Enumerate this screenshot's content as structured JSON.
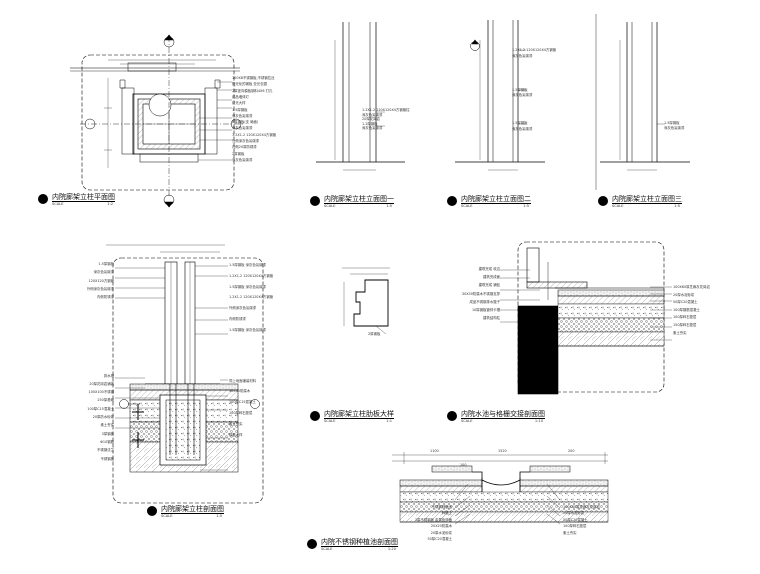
{
  "drawings": {
    "plan": {
      "title": "内院廊架立柱平面图",
      "scale_label": "SCALE",
      "scale": "1:2"
    },
    "elev1": {
      "title": "内院廊架立柱立面图一",
      "scale_label": "SCALE",
      "scale": "1:5"
    },
    "elev2": {
      "title": "内院廊架立柱立面图二",
      "scale_label": "SCALE",
      "scale": "1:5"
    },
    "elev3": {
      "title": "内院廊架立柱立面图三",
      "scale_label": "SCALE",
      "scale": "1:5"
    },
    "section": {
      "title": "内院廊架立柱剖面图",
      "scale_label": "SCALE",
      "scale": "1:5"
    },
    "rib": {
      "title": "内院廊架立柱肋板大样",
      "scale_label": "SCALE",
      "scale": "1:1"
    },
    "waterscape": {
      "title": "内院水池与格栅交接剖面图",
      "scale_label": "SCALE",
      "scale": "1:10"
    },
    "planter": {
      "title": "内院不锈钢种植池剖面图",
      "scale_label": "SCALE",
      "scale": "1:20"
    }
  },
  "notes": {
    "plan": [
      "100X8不锈钢板,不锈钢拉丝",
      "阳光化的钢板 亚光包银",
      "2厚竖向模板钢料4X6 打孔",
      "成品墙体灯",
      "灯光大样",
      "1.5厚钢板",
      "深灰色氟碳漆",
      "8厚钢板(支 局面)",
      "深灰色氟碳漆",
      "1.2X1.2 120X120X4方钢管",
      "外侧深灰色氟碳漆",
      "内侧20厚防锈漆",
      "2厚钢板",
      "深灰色氟碳漆"
    ],
    "elev1": [
      "1.2X1.2 120X120X4方钢管柱",
      "深灰色氟碳漆",
      "20厚花岗岩",
      "1.2厚钢板",
      "深灰色氟碳漆"
    ],
    "elev2": [
      "1.2X1.2 120X120X4方钢管",
      "深灰色氟碳漆",
      "1.5厚钢板",
      "深灰色氟碳漆",
      "1.5厚钢板",
      "深灰色氟碳漆"
    ],
    "elev3": [
      "1.5厚钢板",
      "深灰色氟碳漆"
    ],
    "section_left": [
      "1.5厚钢板",
      "深灰色氟碳漆",
      "120X120方钢管",
      "外侧深灰色氟碳漆",
      "内侧防锈漆",
      "排水槽",
      "20厚花岗岩铺装",
      "100X100不锈钢",
      "250厚基础",
      "100厚C15混凝土",
      "20厚防水砂浆",
      "素土夯实",
      "3厚钢板",
      "Φ10钢筋",
      "不锈钢法兰",
      "不锈钢板"
    ],
    "section_right": [
      "1.5厚钢板 深灰色氟碳漆",
      "1.2X1.2 120X120X4方钢管",
      "1.5厚钢板 深灰色氟碳漆",
      "1.2X1.2 120X120X4方钢管",
      "外侧深灰色氟碳漆",
      "内侧防锈漆",
      "1.5厚钢板 深灰色氟碳漆",
      "同上地面铺装材料",
      "30X30防腐木",
      "100厚C15混凝土",
      "100厚碎石垫层",
      "素土夯实",
      "钢板大样"
    ],
    "rib": [
      "2厚钢板"
    ],
    "waterscape_left": [
      "建筑完成 收边",
      "建筑完成面",
      "建筑完成 铺贴",
      "30X30防腐木不锈钢支撑",
      "成品不锈钢排水篦子",
      "10厚钢板镀锌卡槽",
      "建筑结构柱"
    ],
    "waterscape_right": [
      "100X60厚芝麻灰花岗岩",
      "20厚水泥砂浆",
      "50厚C20混凝土",
      "100厚钢筋混凝土",
      "100厚碎石垫层",
      "150厚碎石垫层",
      "素土夯实"
    ],
    "planter_left": [
      "不锈钢种植池",
      "种植土",
      "3厚不锈钢板 金属色饰面",
      "20X20防腐木",
      "20厚水泥砂浆",
      "50厚C20混凝土"
    ],
    "planter_right": [
      "100X60厚芝麻灰花岗岩",
      "20厚水泥砂浆",
      "50厚C20混凝土",
      "100厚碎石垫层",
      "素土夯实"
    ],
    "planter_dims": [
      "1520",
      "1100",
      "200",
      "100"
    ]
  }
}
